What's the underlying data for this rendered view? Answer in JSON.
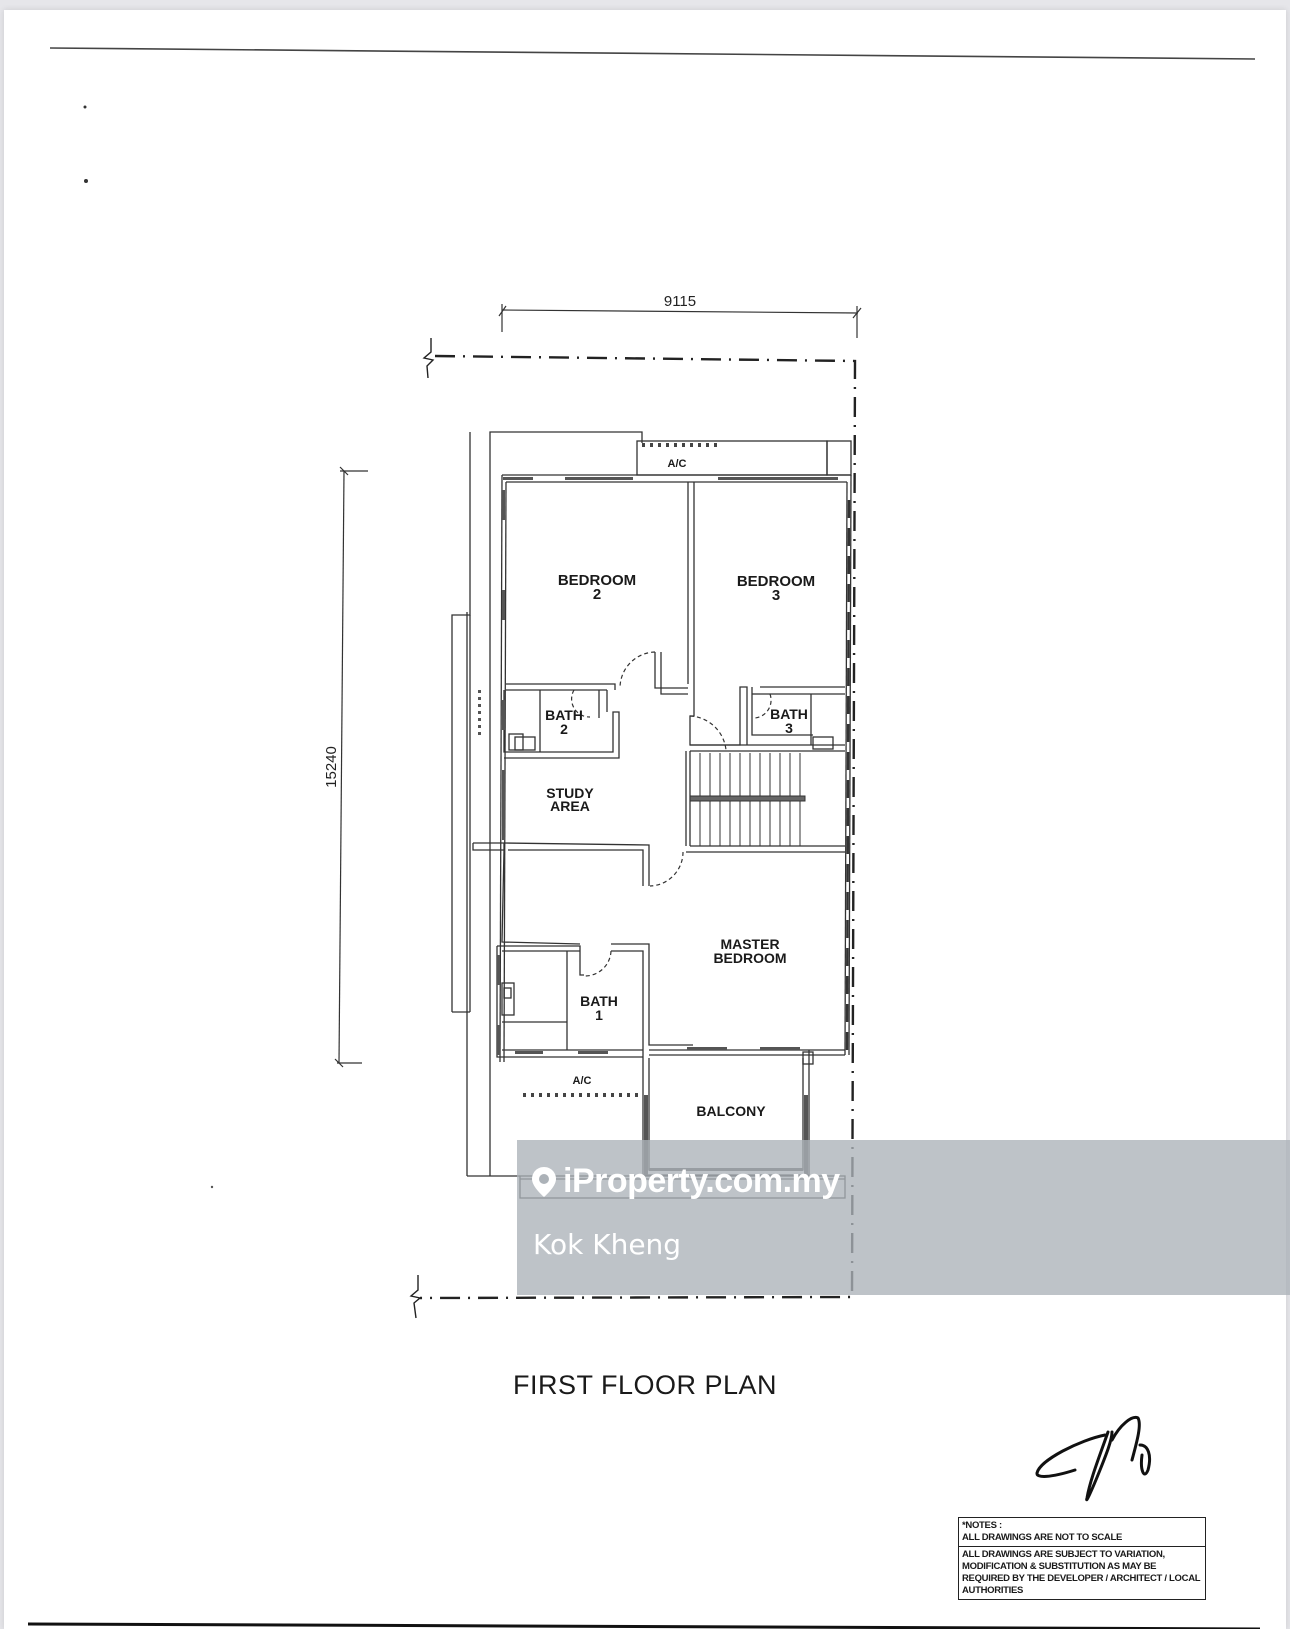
{
  "drawing": {
    "title": "FIRST FLOOR PLAN",
    "dimensions": {
      "width_mm": "9115",
      "depth_mm": "15240"
    },
    "rooms": [
      {
        "id": "bedroom2",
        "line1": "BEDROOM",
        "line2": "2"
      },
      {
        "id": "bedroom3",
        "line1": "BEDROOM",
        "line2": "3"
      },
      {
        "id": "bath2",
        "line1": "BATH",
        "line2": "2"
      },
      {
        "id": "bath3",
        "line1": "BATH",
        "line2": "3"
      },
      {
        "id": "study",
        "line1": "STUDY",
        "line2": "AREA"
      },
      {
        "id": "master",
        "line1": "MASTER",
        "line2": "BEDROOM"
      },
      {
        "id": "bath1",
        "line1": "BATH",
        "line2": "1"
      },
      {
        "id": "balcony",
        "line1": "BALCONY",
        "line2": ""
      },
      {
        "id": "ac_top",
        "line1": "A/C",
        "line2": ""
      },
      {
        "id": "ac_bottom",
        "line1": "A/C",
        "line2": ""
      }
    ]
  },
  "notes": {
    "heading": "*NOTES :",
    "line1": "ALL DRAWINGS ARE NOT TO SCALE",
    "line2": "ALL DRAWINGS ARE SUBJECT TO VARIATION, MODIFICATION & SUBSTITUTION AS MAY BE REQUIRED BY THE DEVELOPER / ARCHITECT / LOCAL AUTHORITIES"
  },
  "watermark": {
    "brand": "iProperty.com.my",
    "icon": "location-pin-icon",
    "agent_name": "Kok Kheng"
  },
  "colors": {
    "paper": "#ffffff",
    "ink": "#1a1a1a",
    "watermark_bg": "#acb2b8",
    "watermark_text": "#ffffff"
  }
}
